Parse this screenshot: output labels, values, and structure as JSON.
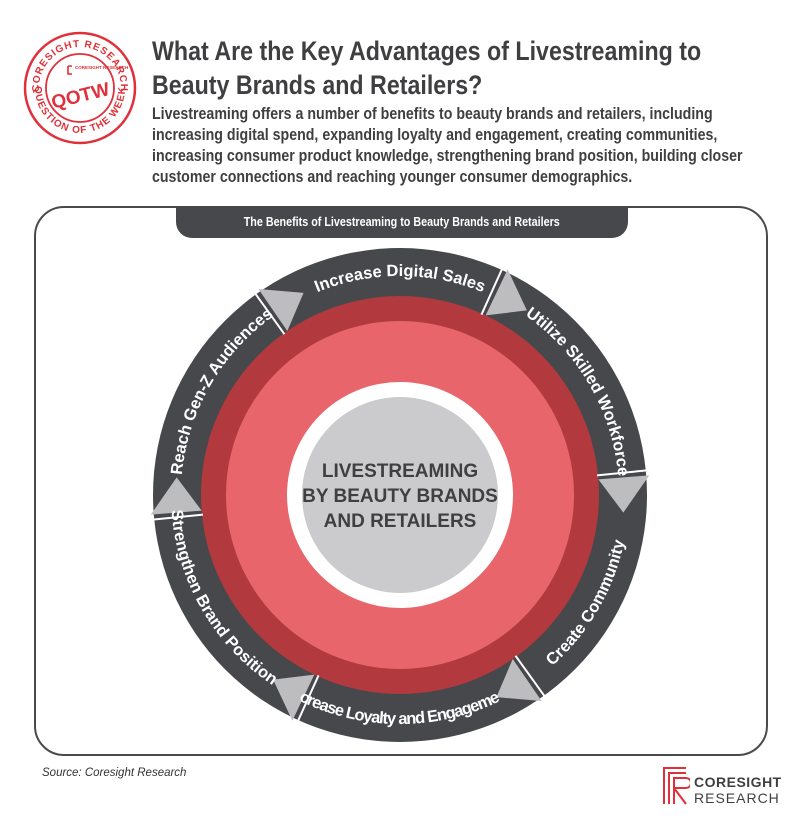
{
  "stamp": {
    "top_text": "CORESIGHT RESEARCH",
    "bottom_text": "QUESTION OF THE WEEK",
    "mini_logo": "CORESIGHT RESEARCH",
    "code": "QOTW",
    "color": "#e0303a"
  },
  "title": "What Are the Key Advantages of Livestreaming to Beauty Brands and Retailers?",
  "intro": "Livestreaming offers a number of benefits to beauty brands and retailers, including increasing digital spend, expanding loyalty and engagement, creating communities, increasing consumer product knowledge, strengthening brand position, building closer customer connections and reaching younger consumer demographics.",
  "diagram": {
    "banner": "The Benefits of Livestreaming to Beauty Brands and Retailers",
    "center_lines": [
      "LIVESTREAMING",
      "BY BEAUTY BRANDS",
      "AND RETAILERS"
    ],
    "segments": [
      "Increase Digital Sales",
      "Utilize Skilled Workforce",
      "Create Community",
      "Increase Loyalty and Engagement",
      "Strengthen Brand Position",
      "Reach Gen-Z Audiences"
    ],
    "colors": {
      "outer_ring": "#47484c",
      "ring_dark_red": "#b23a3e",
      "ring_light_red": "#e8666b",
      "white_ring": "#ffffff",
      "center": "#cbcbcd",
      "arrow": "#bdbdbf"
    }
  },
  "source": "Source: Coresight Research",
  "logo": {
    "name": "CORESIGHT",
    "sub": "RESEARCH",
    "color": "#e0303a"
  }
}
